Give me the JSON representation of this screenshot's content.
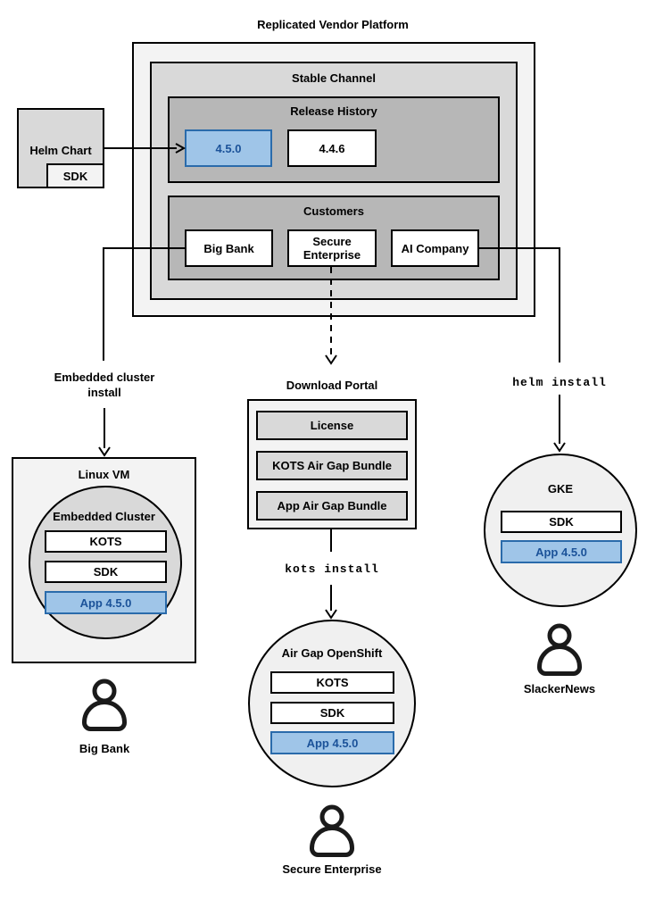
{
  "title": "Replicated Vendor Platform",
  "stable_channel": {
    "label": "Stable Channel",
    "release_history": {
      "label": "Release History",
      "releases": [
        {
          "version": "4.5.0",
          "highlighted": true
        },
        {
          "version": "4.4.6",
          "highlighted": false
        }
      ]
    },
    "customers": {
      "label": "Customers",
      "items": [
        {
          "name": "Big Bank"
        },
        {
          "name": "Secure Enterprise"
        },
        {
          "name": "AI Company"
        }
      ]
    }
  },
  "helm_chart": {
    "label": "Helm Chart",
    "sdk": "SDK"
  },
  "flows": {
    "embedded_cluster": {
      "arrow_label": "Embedded cluster install",
      "target": {
        "label": "Linux VM",
        "cluster": {
          "label": "Embedded Cluster",
          "components": [
            "KOTS",
            "SDK",
            "App 4.5.0"
          ]
        }
      },
      "user": "Big Bank"
    },
    "airgap": {
      "portal": {
        "label": "Download Portal",
        "items": [
          "License",
          "KOTS Air Gap Bundle",
          "App Air Gap Bundle"
        ]
      },
      "command": "kots install",
      "target": {
        "label": "Air Gap OpenShift",
        "components": [
          "KOTS",
          "SDK",
          "App 4.5.0"
        ]
      },
      "user": "Secure Enterprise"
    },
    "helm": {
      "command": "helm install",
      "target": {
        "label": "GKE",
        "components": [
          "SDK",
          "App 4.5.0"
        ]
      },
      "user": "SlackerNews"
    }
  },
  "colors": {
    "outer_fill": "#f3f3f3",
    "channel_fill": "#d9d9d9",
    "section_fill": "#b7b7b7",
    "node_fill": "#ffffff",
    "circle_fill": "#f0f0f0",
    "highlight_fill": "#9fc5e8",
    "highlight_border": "#2a6bab",
    "highlight_text": "#1b5299",
    "line": "#000000"
  }
}
